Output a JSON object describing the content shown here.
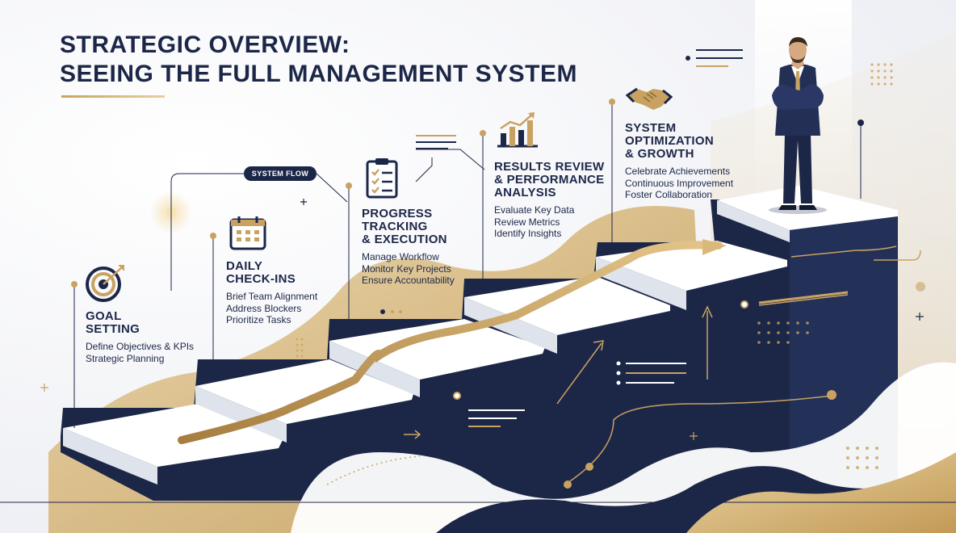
{
  "header": {
    "title_line1": "STRATEGIC OVERVIEW:",
    "title_line2": "SEEING THE FULL MANAGEMENT SYSTEM"
  },
  "flow_labels": {
    "top": "SYSTEM FLOW",
    "bottom": "SYSTEM FLOW"
  },
  "steps": [
    {
      "title": [
        "GOAL",
        "SETTING"
      ],
      "bullets": [
        "Define Objectives & KPIs",
        "Strategic Planning"
      ],
      "icon": "target-icon"
    },
    {
      "title": [
        "DAILY",
        "CHECK-INS"
      ],
      "bullets": [
        "Brief Team Alignment",
        "Address Blockers",
        "Prioritize Tasks"
      ],
      "icon": "calendar-icon"
    },
    {
      "title": [
        "PROGRESS",
        "TRACKING",
        "& EXECUTION"
      ],
      "bullets": [
        "Manage Workflow",
        "Monitor Key Projects",
        "Ensure Accountability"
      ],
      "icon": "checklist-icon"
    },
    {
      "title": [
        "RESULTS REVIEW",
        "& PERFORMANCE",
        "ANALYSIS"
      ],
      "bullets": [
        "Evaluate Key Data",
        "Review Metrics",
        "Identify Insights"
      ],
      "icon": "bar-chart-icon"
    },
    {
      "title": [
        "SYSTEM",
        "OPTIMIZATION",
        "& GROWTH"
      ],
      "bullets": [
        "Celebrate Achievements",
        "Continuous Improvement",
        "Foster Collaboration"
      ],
      "icon": "handshake-icon"
    }
  ],
  "colors": {
    "navy": "#1c2748",
    "gold": "#c9a262",
    "light_gold": "#e7cf9c",
    "step_top": "#ffffff",
    "background": "#f1f2f6"
  }
}
